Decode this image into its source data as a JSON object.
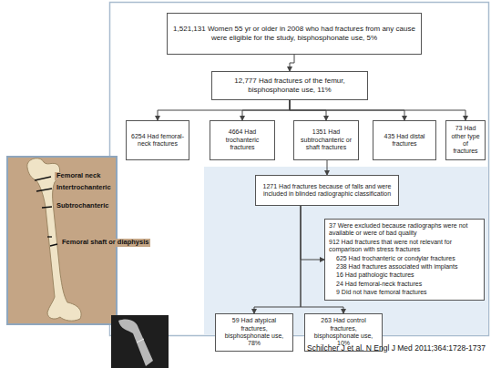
{
  "diagram": {
    "nodes": [
      {
        "text": [
          "1,521,131 Women 55 yr or older in 2008 who had fractures from any cause were eligible for the study, bisphosphonate use, 5%"
        ]
      },
      {
        "text": [
          "12,777 Had fractures of the femur, bisphosphonate use, 11%"
        ]
      },
      {
        "text": [
          "6254 Had femoral-neck fractures"
        ]
      },
      {
        "text": [
          "4664 Had trochanteric fractures"
        ]
      },
      {
        "text": [
          "1351 Had subtrochanteric or shaft fractures"
        ]
      },
      {
        "text": [
          "435 Had distal fractures"
        ]
      },
      {
        "text": [
          "73 Had other type of fractures"
        ]
      },
      {
        "text": [
          "1271 Had fractures because of falls and were included in blinded radiographic classification"
        ]
      },
      {
        "text": [
          "37 Were excluded because radiographs were not available or were of bad quality",
          "912 Had fractures that were not relevant for comparison with stress fractures",
          "625 Had trochanteric or condylar fractures",
          "238 Had fractures associated with implants",
          "16 Had pathologic fractures",
          "24 Had femoral-neck fractures",
          "9 Did not have femoral fractures"
        ]
      },
      {
        "text": [
          "59 Had atypical fractures, bisphosphonate use, 78%"
        ]
      },
      {
        "text": [
          "263 Had control fractures, bisphosphonate use, 10%"
        ]
      }
    ],
    "edges": [
      {
        "from": 0,
        "to": 1,
        "arrow": "to"
      },
      {
        "from": 1,
        "to": 2,
        "arrow": "to"
      },
      {
        "from": 1,
        "to": 3,
        "arrow": "to"
      },
      {
        "from": 1,
        "to": 4,
        "arrow": "to"
      },
      {
        "from": 1,
        "to": 5,
        "arrow": "to"
      },
      {
        "from": 1,
        "to": 6,
        "arrow": "to"
      },
      {
        "from": 4,
        "to": 7,
        "arrow": "to"
      },
      {
        "from": 7,
        "to": 8,
        "arrow": "to"
      },
      {
        "from": 7,
        "to": 9,
        "arrow": "to"
      },
      {
        "from": 7,
        "to": 10,
        "arrow": "to"
      }
    ],
    "labels": [
      "Femoral neck",
      "Intertrochanteric",
      "Subtrochanteric",
      "Femoral shaft or diaphysis",
      "Schilcher J et al. N Engl J Med 2011;364:1728-1737"
    ]
  }
}
